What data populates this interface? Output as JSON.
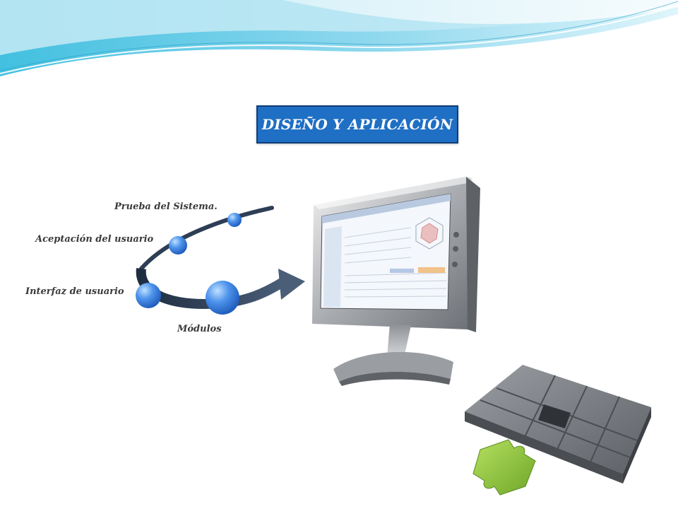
{
  "slide": {
    "title": "DISEÑO Y APLICACIÓN"
  },
  "cycle": {
    "steps": [
      "Prueba del Sistema.",
      "Aceptación  del usuario",
      "Interfaz de usuario",
      "Módulos"
    ]
  },
  "colors": {
    "title_box": "#1f6fc4",
    "wave_light": "#bfe8f4",
    "wave_dark": "#2bb3d8",
    "node_blue": "#3b86e6",
    "arrow_dark": "#2d3e55",
    "puzzle_gray": "#777b80",
    "puzzle_green": "#8cc63e"
  },
  "icons": {
    "monitor": "computer-monitor-illustration",
    "puzzle": "puzzle-board-illustration"
  }
}
